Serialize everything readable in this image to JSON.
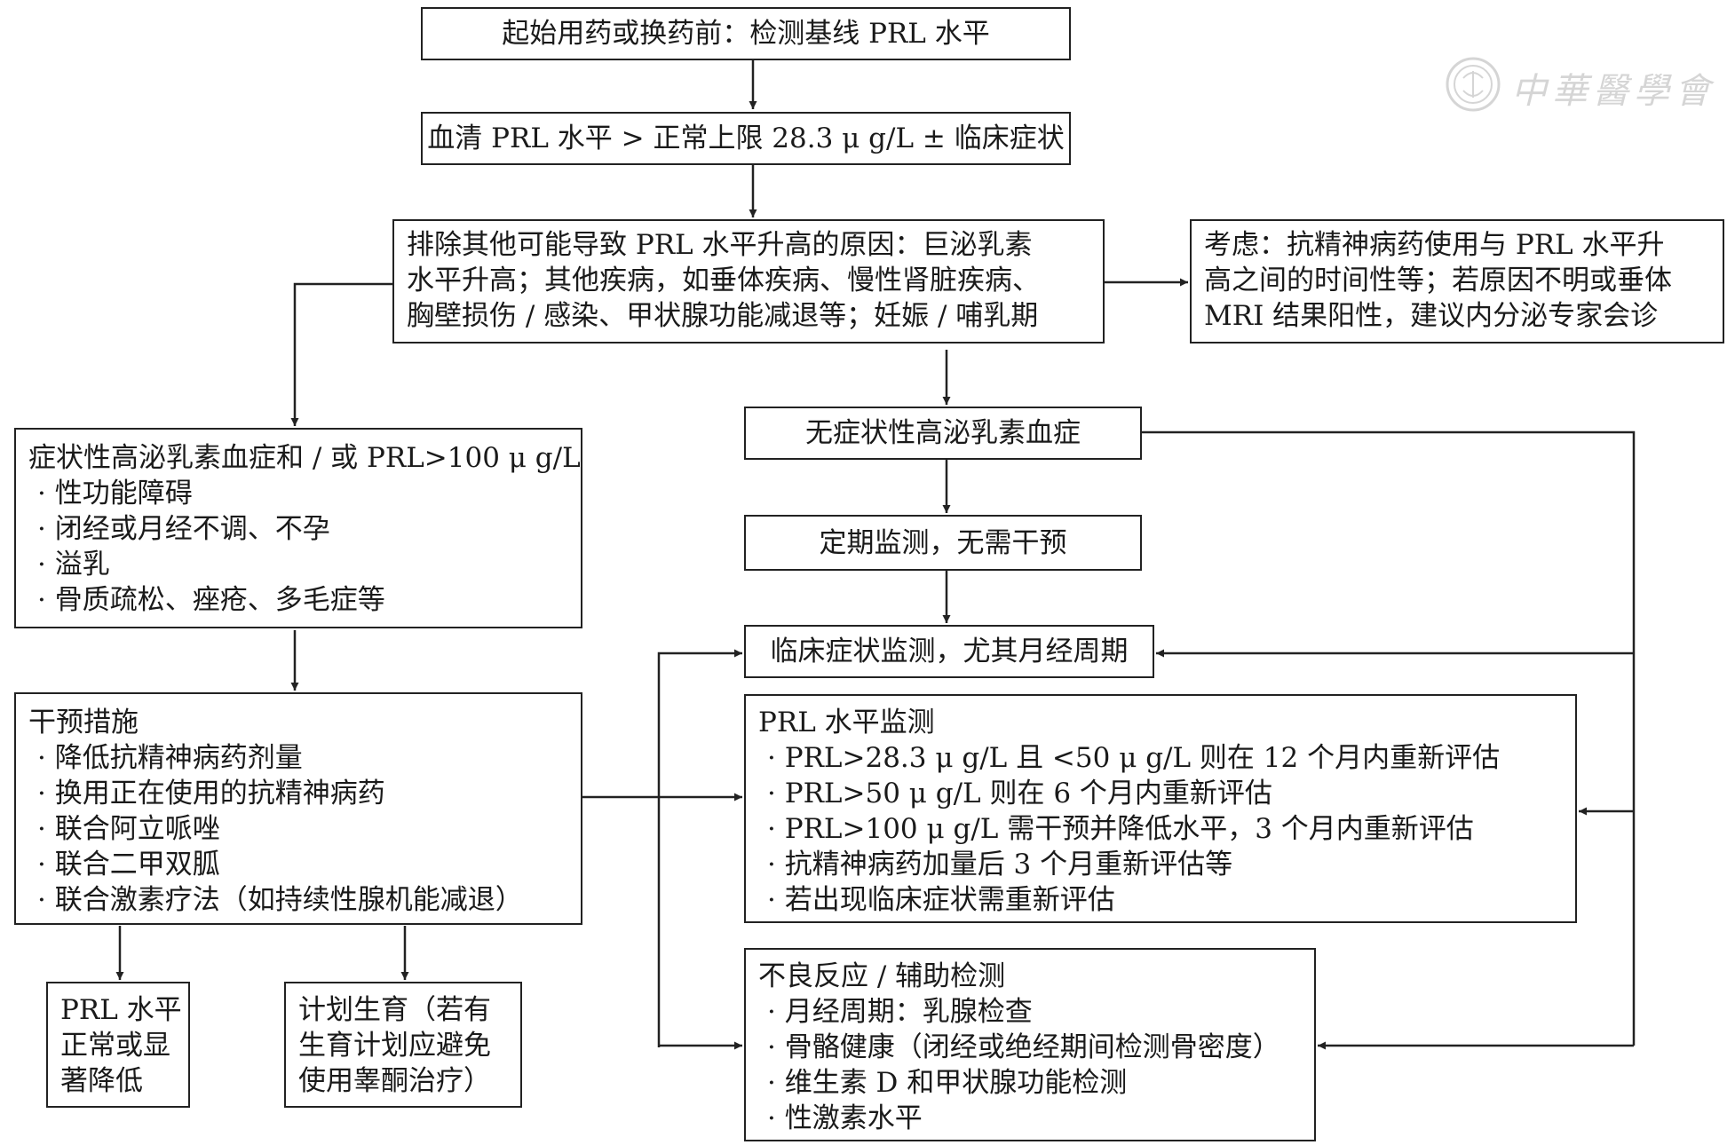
{
  "nodes": {
    "baseline": "起始用药或换药前：检测基线 PRL 水平",
    "serum": "血清 PRL 水平 > 正常上限 28.3 μ g/L ± 临床症状",
    "exclude": [
      "排除其他可能导致 PRL 水平升高的原因：巨泌乳素",
      "水平升高；其他疾病，如垂体疾病、慢性肾脏疾病、",
      "胸壁损伤 / 感染、甲状腺功能减退等；妊娠 / 哺乳期"
    ],
    "consider": [
      "考虑：抗精神病药使用与 PRL 水平升",
      "高之间的时间性等；若原因不明或垂体",
      "MRI 结果阳性，建议内分泌专家会诊"
    ],
    "asymptomatic": "无症状性高泌乳素血症",
    "regular_monitor": "定期监测，无需干预",
    "clinical_monitor": "临床症状监测，尤其月经周期",
    "symptomatic": {
      "title": "症状性高泌乳素血症和 / 或 PRL>100 μ g/L",
      "items": [
        "· 性功能障碍",
        "· 闭经或月经不调、不孕",
        "· 溢乳",
        "· 骨质疏松、痤疮、多毛症等"
      ]
    },
    "intervention": {
      "title": "干预措施",
      "items": [
        "· 降低抗精神病药剂量",
        "· 换用正在使用的抗精神病药",
        "· 联合阿立哌唑",
        "· 联合二甲双胍",
        "· 联合激素疗法（如持续性腺机能减退）"
      ]
    },
    "prl_monitor": {
      "title": "PRL 水平监测",
      "items": [
        "· PRL>28.3 μ g/L 且 <50 μ g/L 则在 12 个月内重新评估",
        "· PRL>50 μ g/L 则在 6 个月内重新评估",
        "· PRL>100 μ g/L 需干预并降低水平，3 个月内重新评估",
        "· 抗精神病药加量后 3 个月重新评估等",
        "· 若出现临床症状需重新评估"
      ]
    },
    "adverse": {
      "title": "不良反应 / 辅助检测",
      "items": [
        "· 月经周期：乳腺检查",
        "· 骨骼健康（闭经或绝经期间检测骨密度）",
        "· 维生素 D 和甲状腺功能检测",
        "· 性激素水平"
      ]
    },
    "prl_normal": [
      "PRL 水平",
      "正常或显",
      "著降低"
    ],
    "family_plan": [
      "计划生育（若有",
      "生育计划应避免",
      "使用睾酮治疗）"
    ]
  },
  "watermark": "中華醫學會",
  "colors": {
    "line": "#222222",
    "watermark": "#888888"
  }
}
